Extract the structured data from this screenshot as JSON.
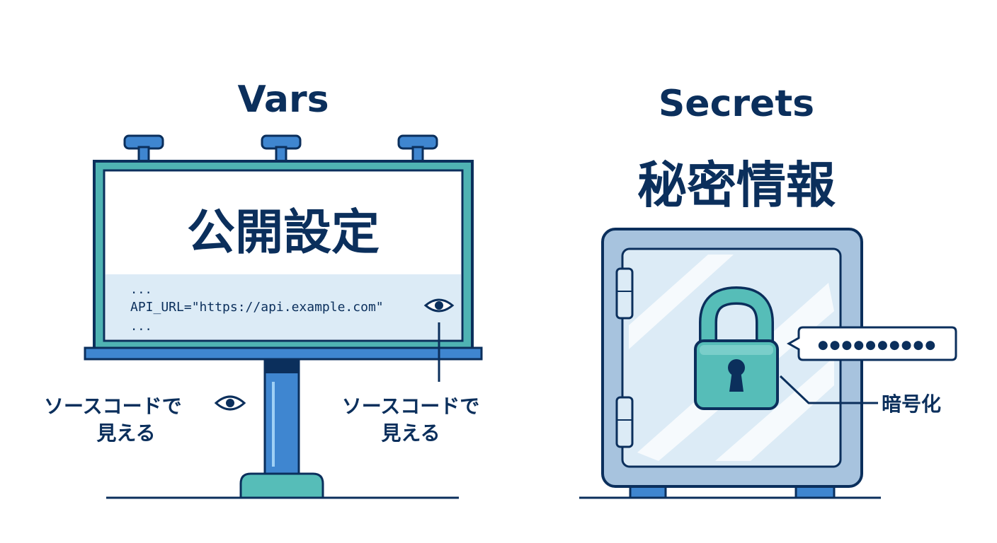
{
  "vars": {
    "title": "Vars",
    "billboard_heading": "公開設定",
    "code_lines": [
      "...",
      "API_URL=\"https://api.example.com\"",
      "..."
    ],
    "left_note_line1": "ソースコードで",
    "left_note_line2": "見える",
    "right_note_line1": "ソースコードで",
    "right_note_line2": "見える"
  },
  "secrets": {
    "title": "Secrets",
    "subtitle": "秘密情報",
    "masked_value": "●●●●●●●●●●",
    "encryption_label": "暗号化"
  },
  "colors": {
    "navy": "#0b2f5c",
    "blue": "#3f86d0",
    "teal": "#56bdb8",
    "light_blue": "#dcebf6",
    "safe_body": "#a7c3de"
  }
}
